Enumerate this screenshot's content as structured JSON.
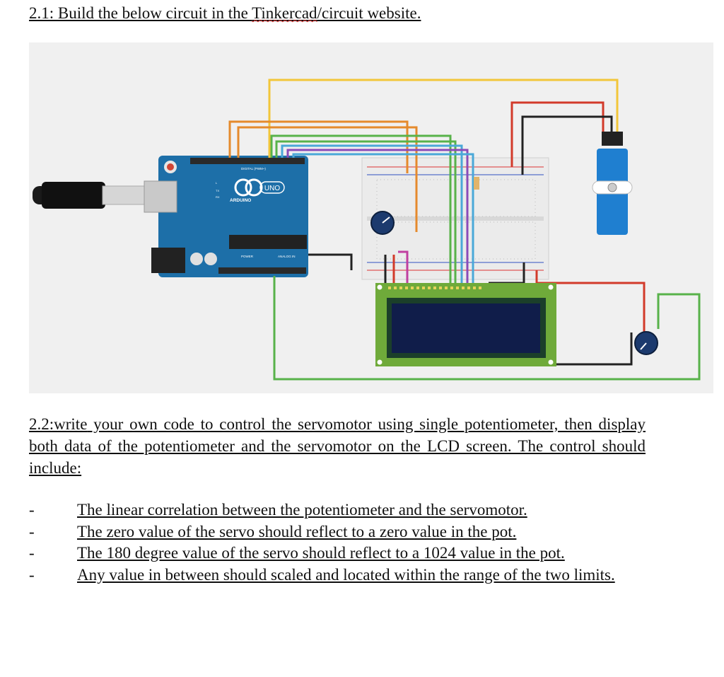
{
  "heading": {
    "prefix": "2.1: Build the below circuit in the ",
    "keyword": "Tinkercad",
    "suffix": "/circuit website."
  },
  "figure": {
    "board_brand": "ARDUINO",
    "board_model": "UNO",
    "digital_header": "DIGITAL (PWM~)",
    "power_header": "POWER",
    "analog_header": "ANALOG IN",
    "tx": "TX",
    "rx": "RX",
    "l": "L",
    "colors": {
      "background": "#f0f0f0",
      "board": "#1d6fa8",
      "yellow_wire": "#f2c63a",
      "orange_wire": "#e58a2c",
      "green_wire": "#58b24a",
      "blue_wire": "#4aa8d8",
      "purple_wire": "#8a4bb8",
      "red_wire": "#d23a2a",
      "black_wire": "#222222",
      "lcd_board": "#6faa3a",
      "lcd_screen": "#101d4a",
      "servo_body": "#1f7fd0"
    }
  },
  "task": {
    "lead": "2.2:write",
    "text": " your own code to control the servomotor using single potentiometer, then display both data of the potentiometer and the servomotor on the LCD screen. The control should include:"
  },
  "requirements": [
    {
      "dash": "-",
      "text": "The linear correlation between the potentiometer and the servomotor."
    },
    {
      "dash": "-",
      "text": "The zero value of the servo should reflect to a zero value in the pot."
    },
    {
      "dash": "-",
      "text": "The 180 degree value of the servo should reflect to a 1024 value in the pot."
    },
    {
      "dash": "-",
      "text": "Any value in between should scaled and located within the range of the two limits."
    }
  ]
}
